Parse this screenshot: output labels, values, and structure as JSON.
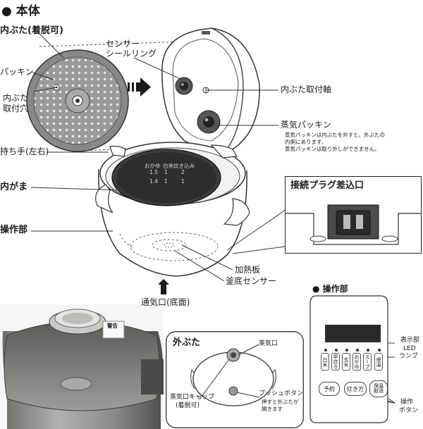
{
  "main_title": "● 本体",
  "labels": {
    "inner_lid": "内ぶた(着脱可)",
    "packing": "パッキン",
    "inner_lid_hole_1": "内ぶた",
    "inner_lid_hole_2": "取付穴",
    "sensor_seal_1": "センサー",
    "sensor_seal_2": "シールリング",
    "inner_lid_shaft": "内ぶた取付軸",
    "steam_packing": "蒸気パッキン",
    "steam_note_1": "蒸気パッキンは内ぶたを外すと、外ぶたの",
    "steam_note_2": "内側にあります。",
    "steam_note_3": "蒸気パッキンは取り外しができません。",
    "handle": "持ち手(左右)",
    "inner_pot": "内がま",
    "control_part": "操作部",
    "heating_plate": "加熱板",
    "bottom_sensor": "釜底センサー",
    "vent": "通気口(底面)"
  },
  "pot_marks": {
    "left_top": "おかゆ",
    "mid_top": "白米",
    "right_top": "炊き込み",
    "n15": "1.5",
    "n1a": "1",
    "n2": "2",
    "n14": "1.4",
    "n1b": "1",
    "n1c": "1"
  },
  "plug_box": {
    "title": "接続プラグ差込口"
  },
  "outer_lid_box": {
    "title": "外ぶた",
    "steam_port": "蒸気口",
    "cap_1": "蒸気口キャップ",
    "cap_2": "(着脱可)",
    "push_1": "プッシュボタン",
    "push_2": "押すと外ぶたが",
    "push_3": "開きます"
  },
  "photo": {
    "sticker": "警告"
  },
  "control_panel": {
    "title": "● 操作部",
    "display_label": "表示部",
    "led_label_1": "LED",
    "led_label_2": "ランプ",
    "buttons_label_1": "操作",
    "buttons_label_2": "ボタン",
    "modes": [
      "白米",
      "早炊き",
      "玄米",
      "おかゆ",
      "スープ",
      "保温"
    ],
    "btn_reserve": "予約",
    "btn_cook": "炊き方",
    "btn_keep_1": "保温",
    "btn_keep_2": "取消"
  }
}
